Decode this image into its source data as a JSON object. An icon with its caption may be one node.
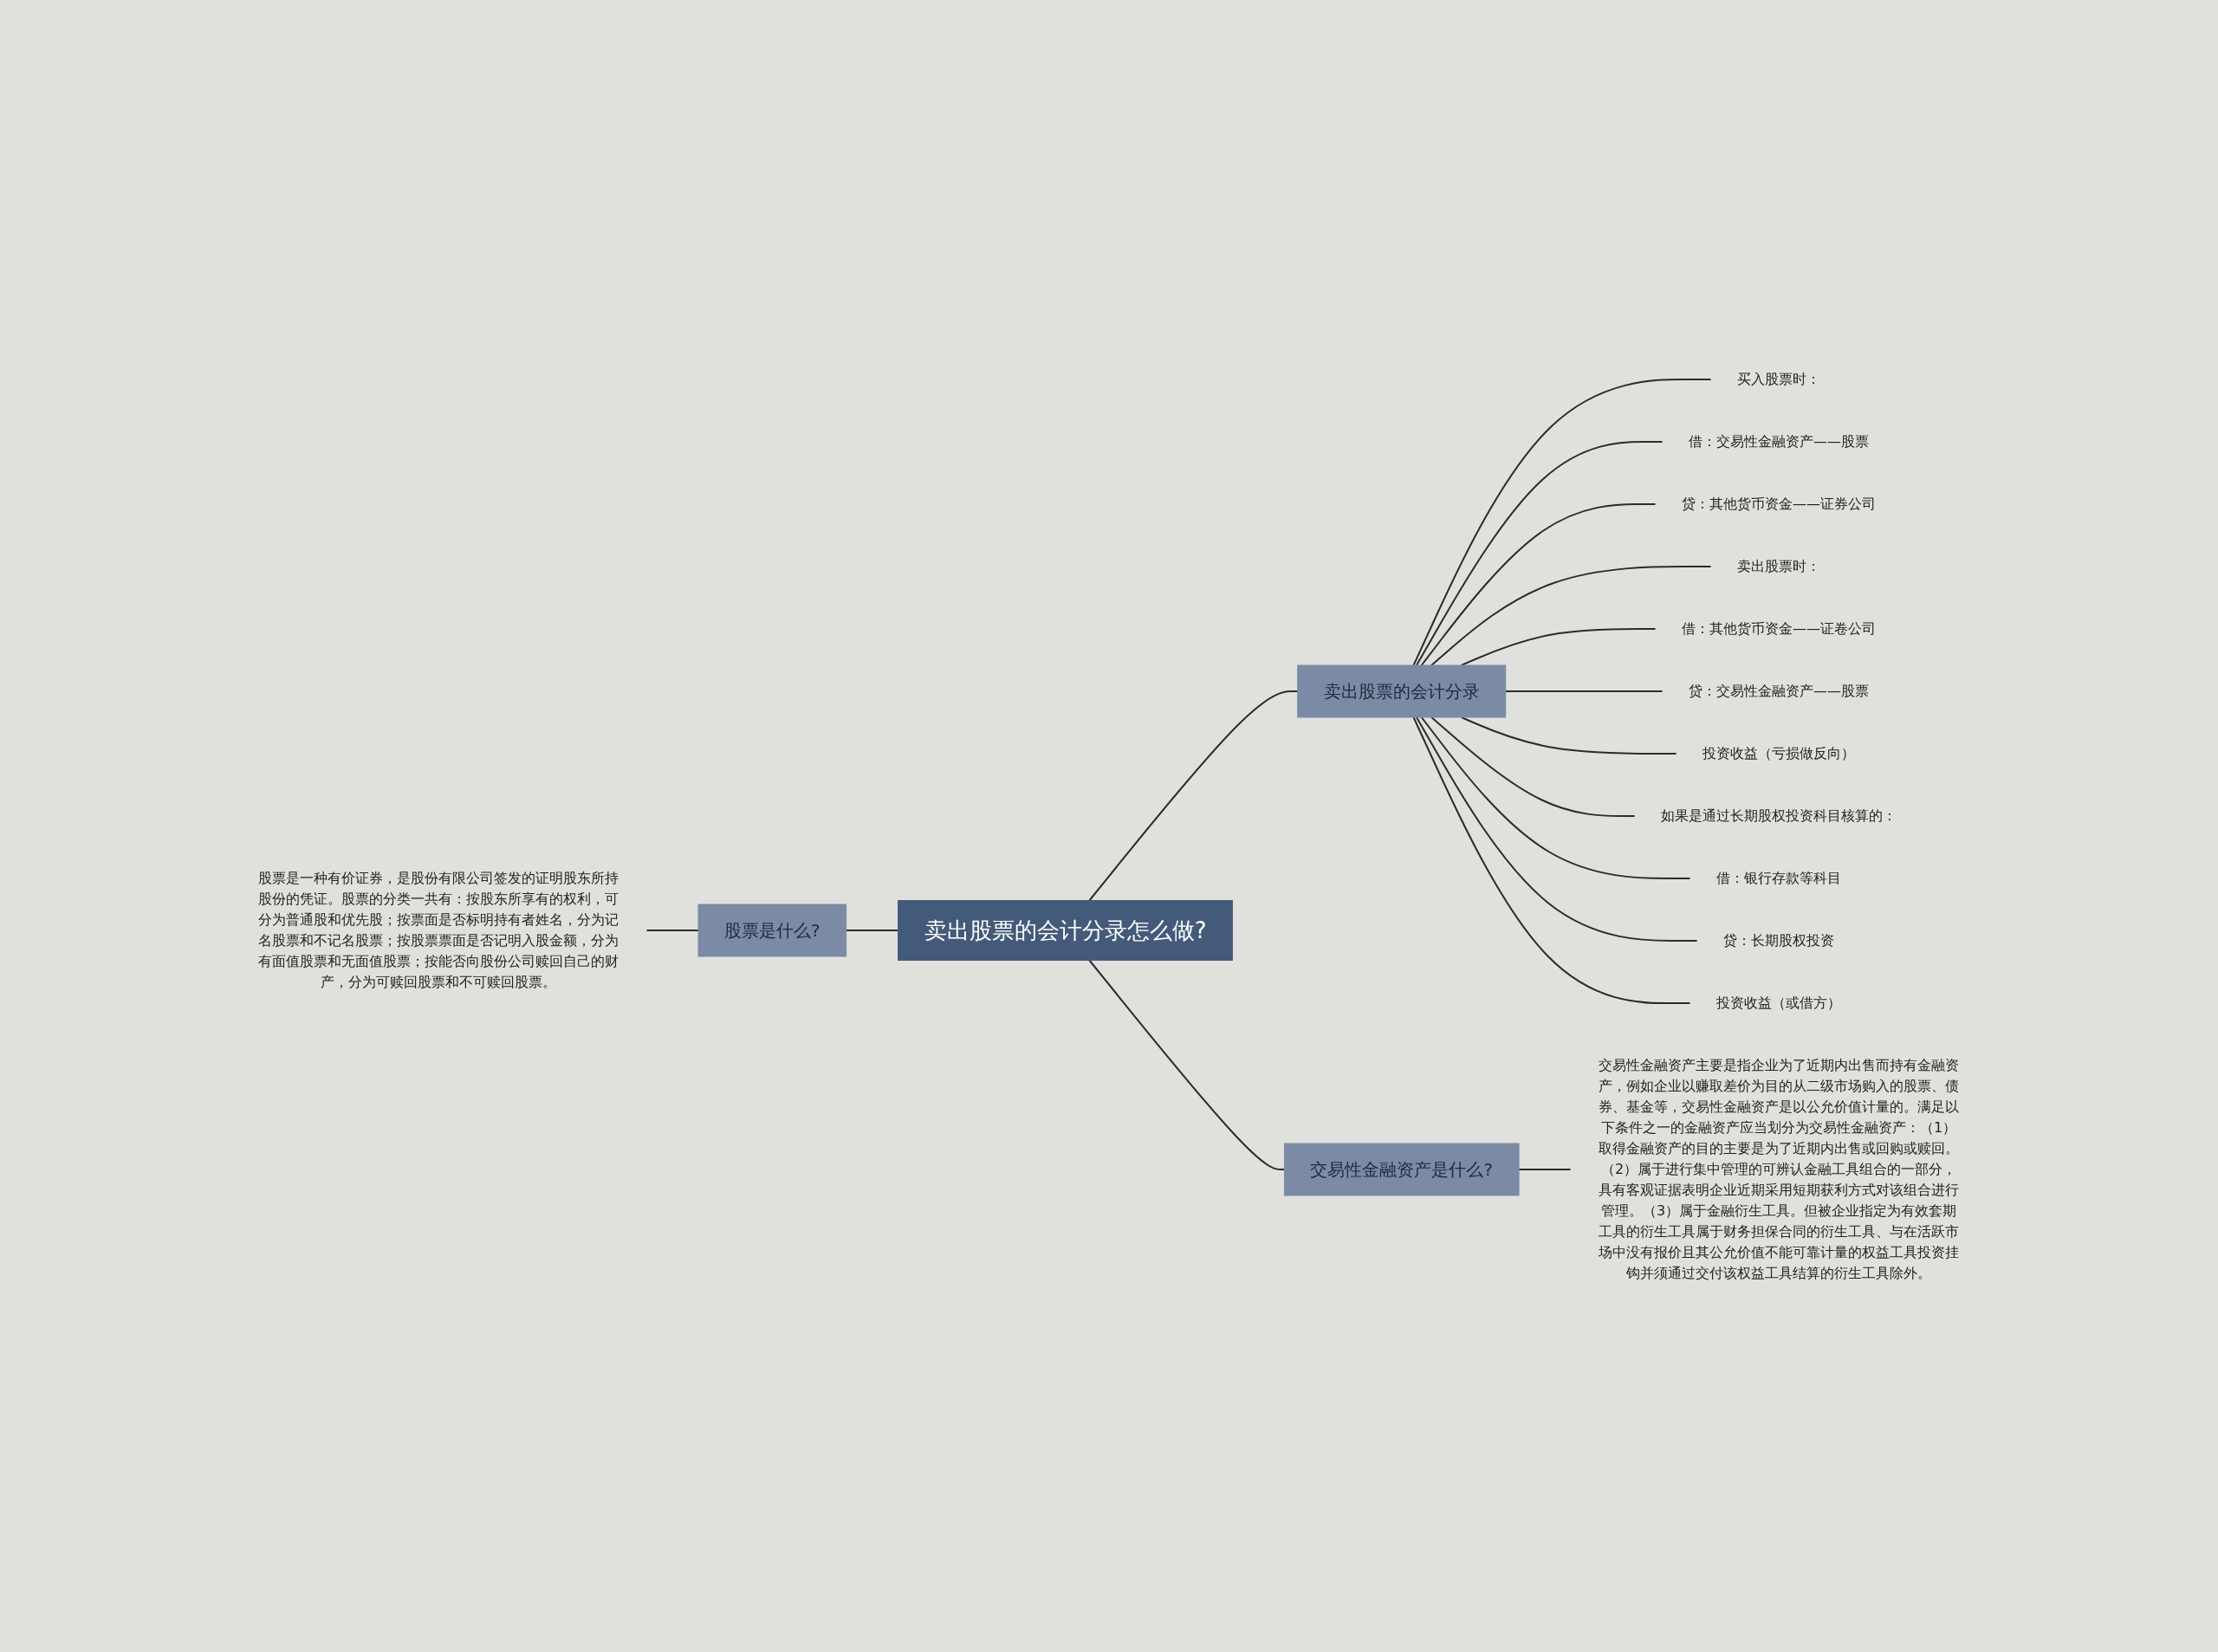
{
  "diagram": {
    "nodes": [
      {
        "text": [
          "卖出股票的会计分录怎么做?"
        ]
      },
      {
        "text": [
          "股票是什么?"
        ]
      },
      {
        "text": [
          "股票是一种有价证券，是股份有限公司签发的证明股东所持股份的凭证。股票的分类一共有：按股东所享有的权利，可分为普通股和优先股；按票面是否标明持有者姓名，分为记名股票和不记名股票；按股票票面是否记明入股金额，分为有面值股票和无面值股票；按能否向股份公司赎回自己的财产，分为可赎回股票和不可赎回股票。"
        ]
      },
      {
        "text": [
          "卖出股票的会计分录"
        ]
      },
      {
        "text": [
          "买入股票时："
        ]
      },
      {
        "text": [
          "借：交易性金融资产——股票"
        ]
      },
      {
        "text": [
          "贷：其他货币资金——证券公司"
        ]
      },
      {
        "text": [
          "卖出股票时："
        ]
      },
      {
        "text": [
          "借：其他货币资金——证卷公司"
        ]
      },
      {
        "text": [
          "贷：交易性金融资产——股票"
        ]
      },
      {
        "text": [
          "投资收益（亏损做反向）"
        ]
      },
      {
        "text": [
          "如果是通过长期股权投资科目核算的："
        ]
      },
      {
        "text": [
          "借：银行存款等科目"
        ]
      },
      {
        "text": [
          "贷：长期股权投资"
        ]
      },
      {
        "text": [
          "投资收益（或借方）"
        ]
      },
      {
        "text": [
          "交易性金融资产是什么?"
        ]
      },
      {
        "text": [
          "交易性金融资产主要是指企业为了近期内出售而持有金融资产，例如企业以赚取差价为目的从二级市场购入的股票、债券、基金等，交易性金融资产是以公允价值计量的。满足以下条件之一的金融资产应当划分为交易性金融资产：（1）取得金融资产的目的主要是为了近期内出售或回购或赎回。（2）属于进行集中管理的可辨认金融工具组合的一部分，具有客观证据表明企业近期采用短期获利方式对该组合进行管理。（3）属于金融衍生工具。但被企业指定为有效套期工具的衍生工具属于财务担保合同的衍生工具、与在活跃市场中没有报价且其公允价值不能可靠计量的权益工具投资挂钩并须通过交付该权益工具结算的衍生工具除外。"
        ]
      }
    ],
    "edges": [
      {
        "from": 2,
        "to": 1,
        "arrow": "none"
      },
      {
        "from": 1,
        "to": 0,
        "arrow": "none"
      },
      {
        "from": 0,
        "to": 3,
        "arrow": "none"
      },
      {
        "from": 3,
        "to": 4,
        "arrow": "none"
      },
      {
        "from": 3,
        "to": 5,
        "arrow": "none"
      },
      {
        "from": 3,
        "to": 6,
        "arrow": "none"
      },
      {
        "from": 3,
        "to": 7,
        "arrow": "none"
      },
      {
        "from": 3,
        "to": 8,
        "arrow": "none"
      },
      {
        "from": 3,
        "to": 9,
        "arrow": "none"
      },
      {
        "from": 3,
        "to": 10,
        "arrow": "none"
      },
      {
        "from": 3,
        "to": 11,
        "arrow": "none"
      },
      {
        "from": 3,
        "to": 12,
        "arrow": "none"
      },
      {
        "from": 3,
        "to": 13,
        "arrow": "none"
      },
      {
        "from": 3,
        "to": 14,
        "arrow": "none"
      },
      {
        "from": 0,
        "to": 15,
        "arrow": "none"
      },
      {
        "from": 15,
        "to": 16,
        "arrow": "none"
      }
    ]
  }
}
